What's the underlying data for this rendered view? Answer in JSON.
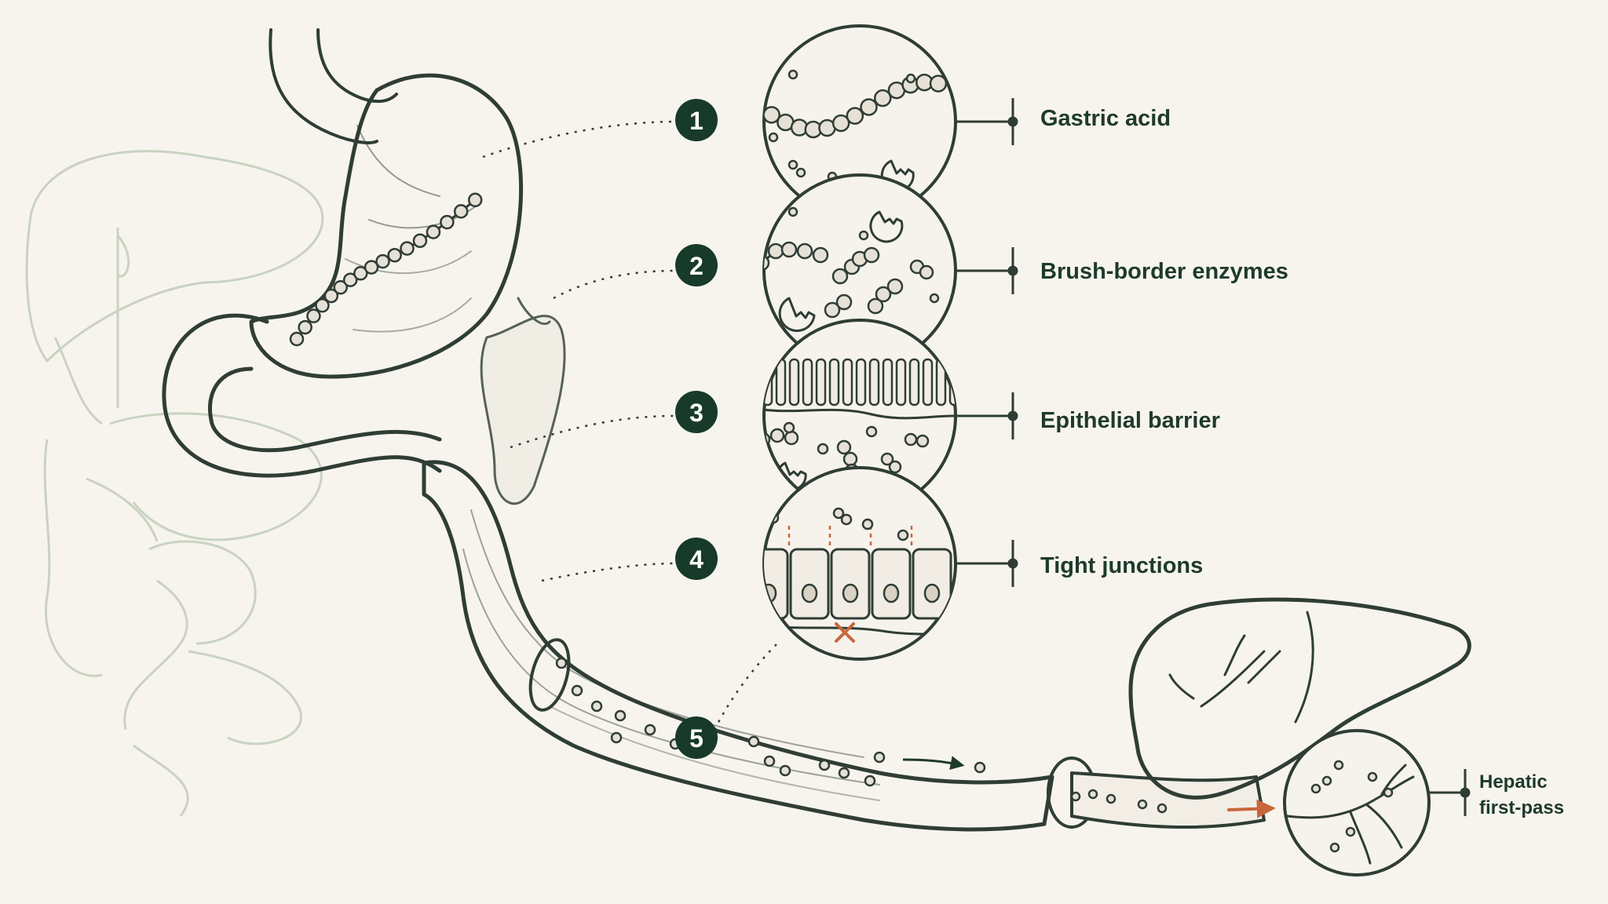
{
  "colors": {
    "background": "#f7f4ee",
    "ink": "#2f3d35",
    "badge": "#173a2a",
    "label": "#1e3a2b",
    "accent": "#c8663a",
    "faint_anatomy": "#c9d3c0"
  },
  "steps": [
    {
      "number": "1",
      "label": "Gastric acid"
    },
    {
      "number": "2",
      "label": "Brush-border enzymes"
    },
    {
      "number": "3",
      "label": "Epithelial barrier"
    },
    {
      "number": "4",
      "label": "Tight junctions"
    },
    {
      "number": "5",
      "label": ""
    }
  ],
  "final_step": {
    "label_line1": "Hepatic",
    "label_line2": "first-pass"
  }
}
